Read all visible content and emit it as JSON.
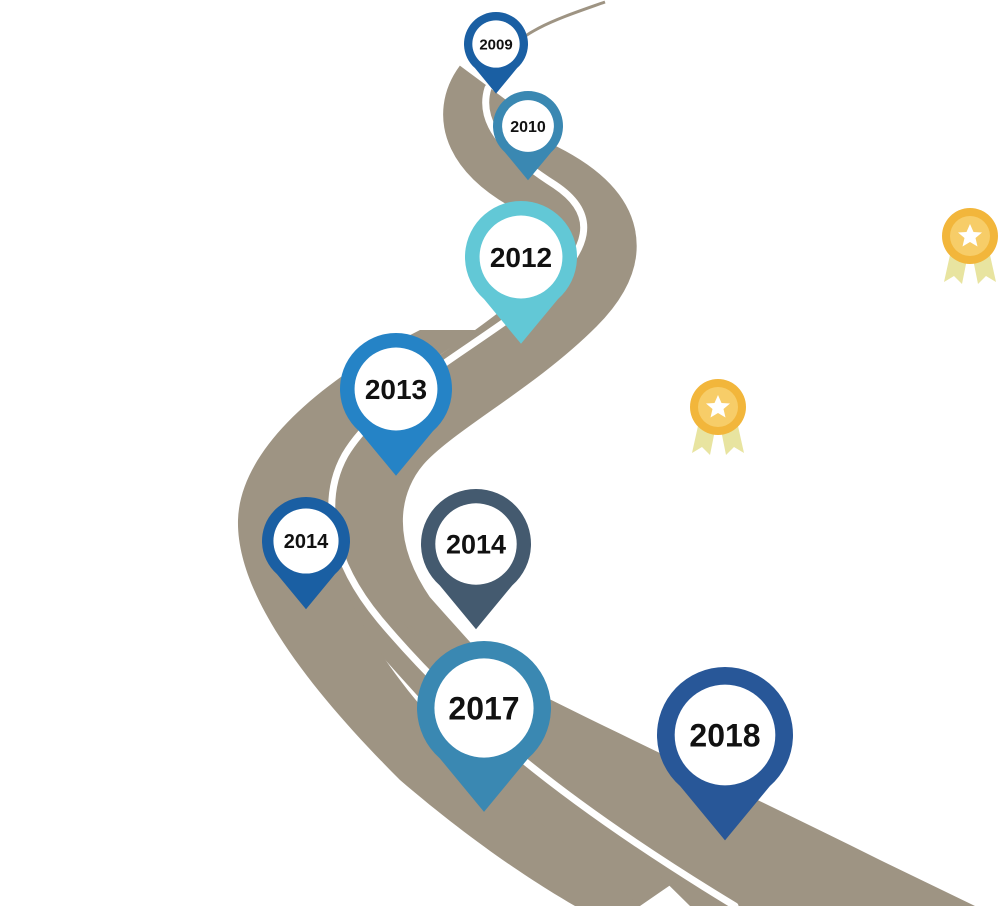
{
  "milestones": [
    {
      "year": "2009",
      "color": "#1a5fa3"
    },
    {
      "year": "2010",
      "color": "#3a88b2"
    },
    {
      "year": "2012",
      "color": "#62c8d6"
    },
    {
      "year": "2013",
      "color": "#2583c6"
    },
    {
      "year": "2014",
      "color": "#1a5fa3"
    },
    {
      "year": "2014",
      "color": "#445a6f"
    },
    {
      "year": "2017",
      "color": "#3a88b2"
    },
    {
      "year": "2018",
      "color": "#285798"
    }
  ],
  "road": {
    "color": "#9e9483",
    "line_color": "#ffffff"
  },
  "awards": [
    {
      "icon": "award-ribbon-icon",
      "color": "#f2b63b"
    },
    {
      "icon": "award-ribbon-icon",
      "color": "#f2b63b"
    }
  ]
}
